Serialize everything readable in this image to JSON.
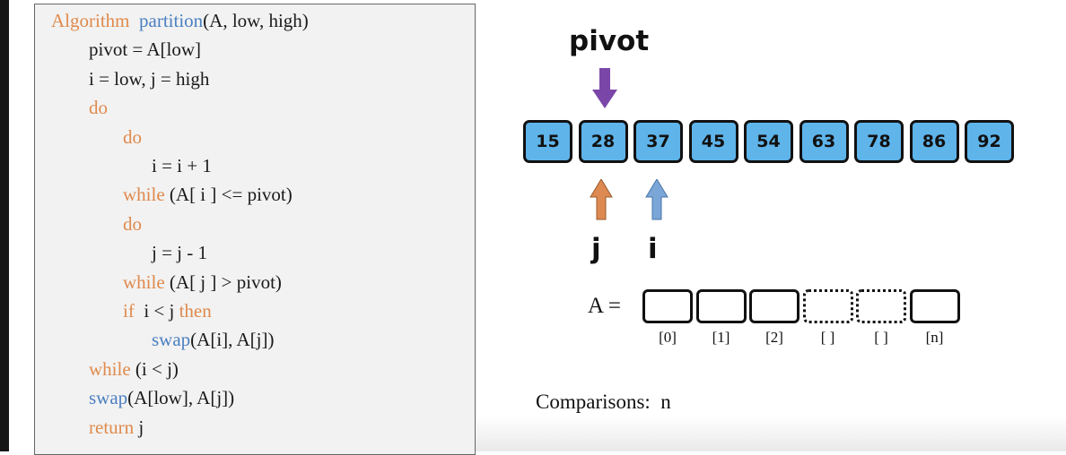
{
  "code": {
    "lines": [
      {
        "indent": 0,
        "parts": [
          {
            "t": "Algorithm  ",
            "c": "kw"
          },
          {
            "t": "partition",
            "c": "fn"
          },
          {
            "t": "(A, low, high)",
            "c": ""
          }
        ]
      },
      {
        "indent": 1,
        "parts": [
          {
            "t": "pivot = A[low]",
            "c": ""
          }
        ]
      },
      {
        "indent": 1,
        "parts": [
          {
            "t": "i = low, j = high",
            "c": ""
          }
        ]
      },
      {
        "indent": 1,
        "parts": [
          {
            "t": "do",
            "c": "kw"
          }
        ]
      },
      {
        "indent": 2,
        "parts": [
          {
            "t": "do",
            "c": "kw"
          }
        ]
      },
      {
        "indent": 3,
        "parts": [
          {
            "t": "i = i + 1",
            "c": ""
          }
        ]
      },
      {
        "indent": 2,
        "parts": [
          {
            "t": "while",
            "c": "kw"
          },
          {
            "t": " (A[ i ] <= pivot)",
            "c": ""
          }
        ]
      },
      {
        "indent": 2,
        "parts": [
          {
            "t": "do",
            "c": "kw"
          }
        ]
      },
      {
        "indent": 3,
        "parts": [
          {
            "t": "j = j - 1",
            "c": ""
          }
        ]
      },
      {
        "indent": 2,
        "parts": [
          {
            "t": "while",
            "c": "kw"
          },
          {
            "t": " (A[ j ] > pivot)",
            "c": ""
          }
        ]
      },
      {
        "indent": 2,
        "parts": [
          {
            "t": "if",
            "c": "kw"
          },
          {
            "t": "  i < j ",
            "c": ""
          },
          {
            "t": "then",
            "c": "kw"
          }
        ]
      },
      {
        "indent": 3,
        "parts": [
          {
            "t": "swap",
            "c": "fn"
          },
          {
            "t": "(A[i], A[j])",
            "c": ""
          }
        ]
      },
      {
        "indent": 1,
        "parts": [
          {
            "t": "while",
            "c": "kw"
          },
          {
            "t": " (i < j)",
            "c": ""
          }
        ]
      },
      {
        "indent": 1,
        "parts": [
          {
            "t": "swap",
            "c": "fn"
          },
          {
            "t": "(A[low], A[j])",
            "c": ""
          }
        ]
      },
      {
        "indent": 1,
        "parts": [
          {
            "t": "return",
            "c": "kw"
          },
          {
            "t": " j",
            "c": ""
          }
        ]
      }
    ]
  },
  "diagram": {
    "pivot_label": "pivot",
    "array": [
      "15",
      "28",
      "37",
      "45",
      "54",
      "63",
      "78",
      "86",
      "92"
    ],
    "pivot_index": 1,
    "j_label": "j",
    "j_index": 1,
    "i_label": "i",
    "i_index": 2,
    "a_label": "A =",
    "slots": [
      {
        "label": "[0]",
        "dotted": false
      },
      {
        "label": "[1]",
        "dotted": false
      },
      {
        "label": "[2]",
        "dotted": false
      },
      {
        "label": "[ ]",
        "dotted": true
      },
      {
        "label": "[ ]",
        "dotted": true
      },
      {
        "label": "[n]",
        "dotted": false
      }
    ],
    "comparisons": "Comparisons:  n"
  },
  "colors": {
    "keyword": "#e08a4c",
    "function": "#4a7fc0",
    "cell_fill": "#5fb4ea",
    "pivot_arrow": "#7a46a8",
    "j_arrow": "#dd8a52",
    "i_arrow": "#7aa6d8"
  }
}
